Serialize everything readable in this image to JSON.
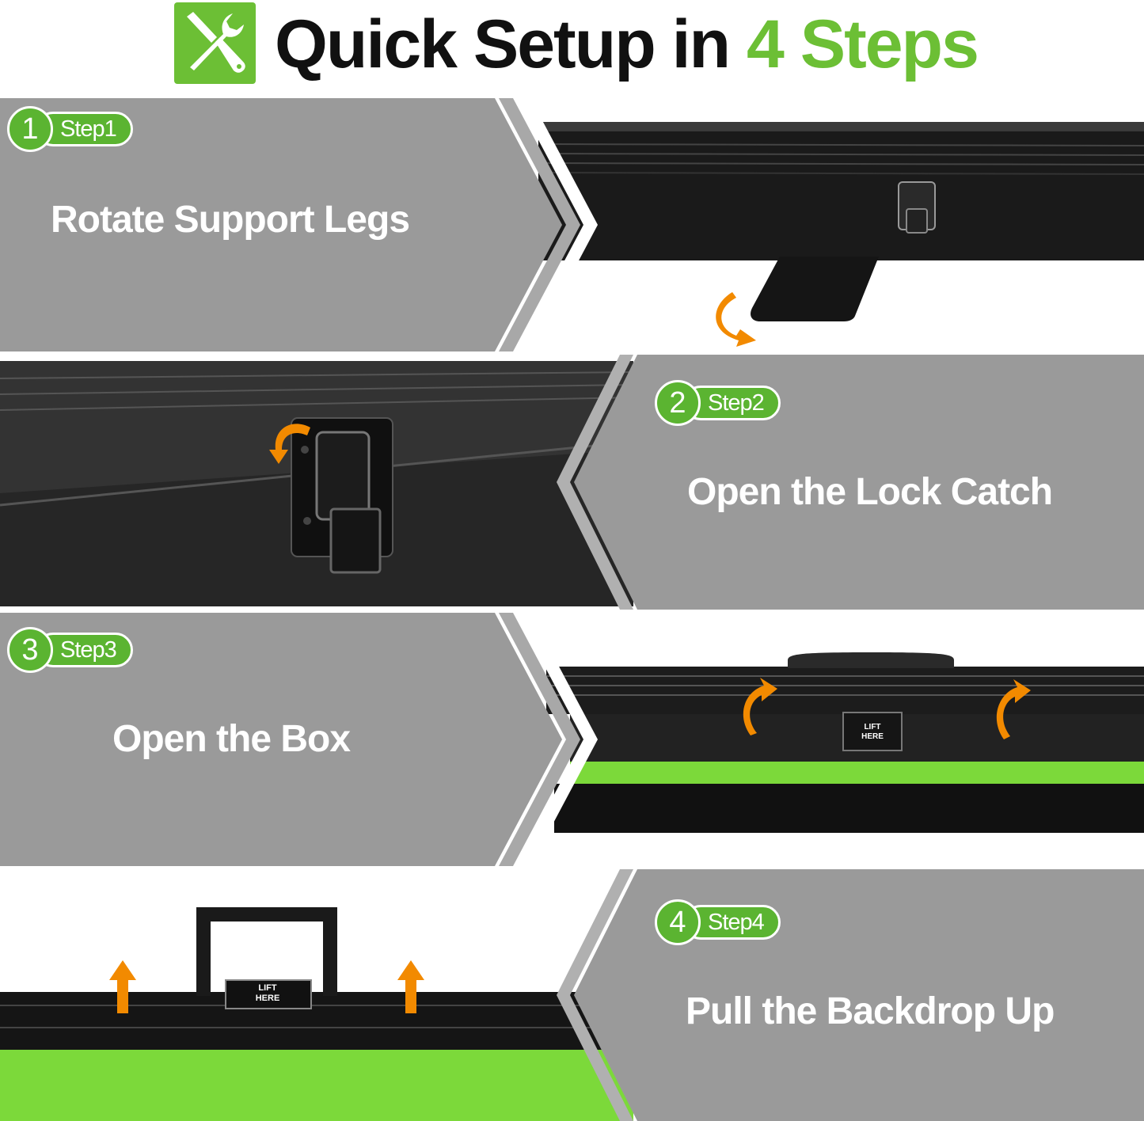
{
  "header": {
    "title_main": "Quick Setup in ",
    "title_accent": "4 Steps",
    "icon": "tools-icon"
  },
  "colors": {
    "accent_green": "#6cbf35",
    "badge_green": "#5bb431",
    "panel_gray": "#9a9a9a",
    "arrow_orange": "#f28a00",
    "screen_green": "#7cd93a"
  },
  "steps": [
    {
      "number": "1",
      "badge": "Step1",
      "text": "Rotate Support Legs"
    },
    {
      "number": "2",
      "badge": "Step2",
      "text": "Open the Lock Catch"
    },
    {
      "number": "3",
      "badge": "Step3",
      "text": "Open the Box"
    },
    {
      "number": "4",
      "badge": "Step4",
      "text": "Pull the Backdrop Up"
    }
  ],
  "labels": {
    "lift_line1": "LIFT",
    "lift_line2": "HERE"
  }
}
